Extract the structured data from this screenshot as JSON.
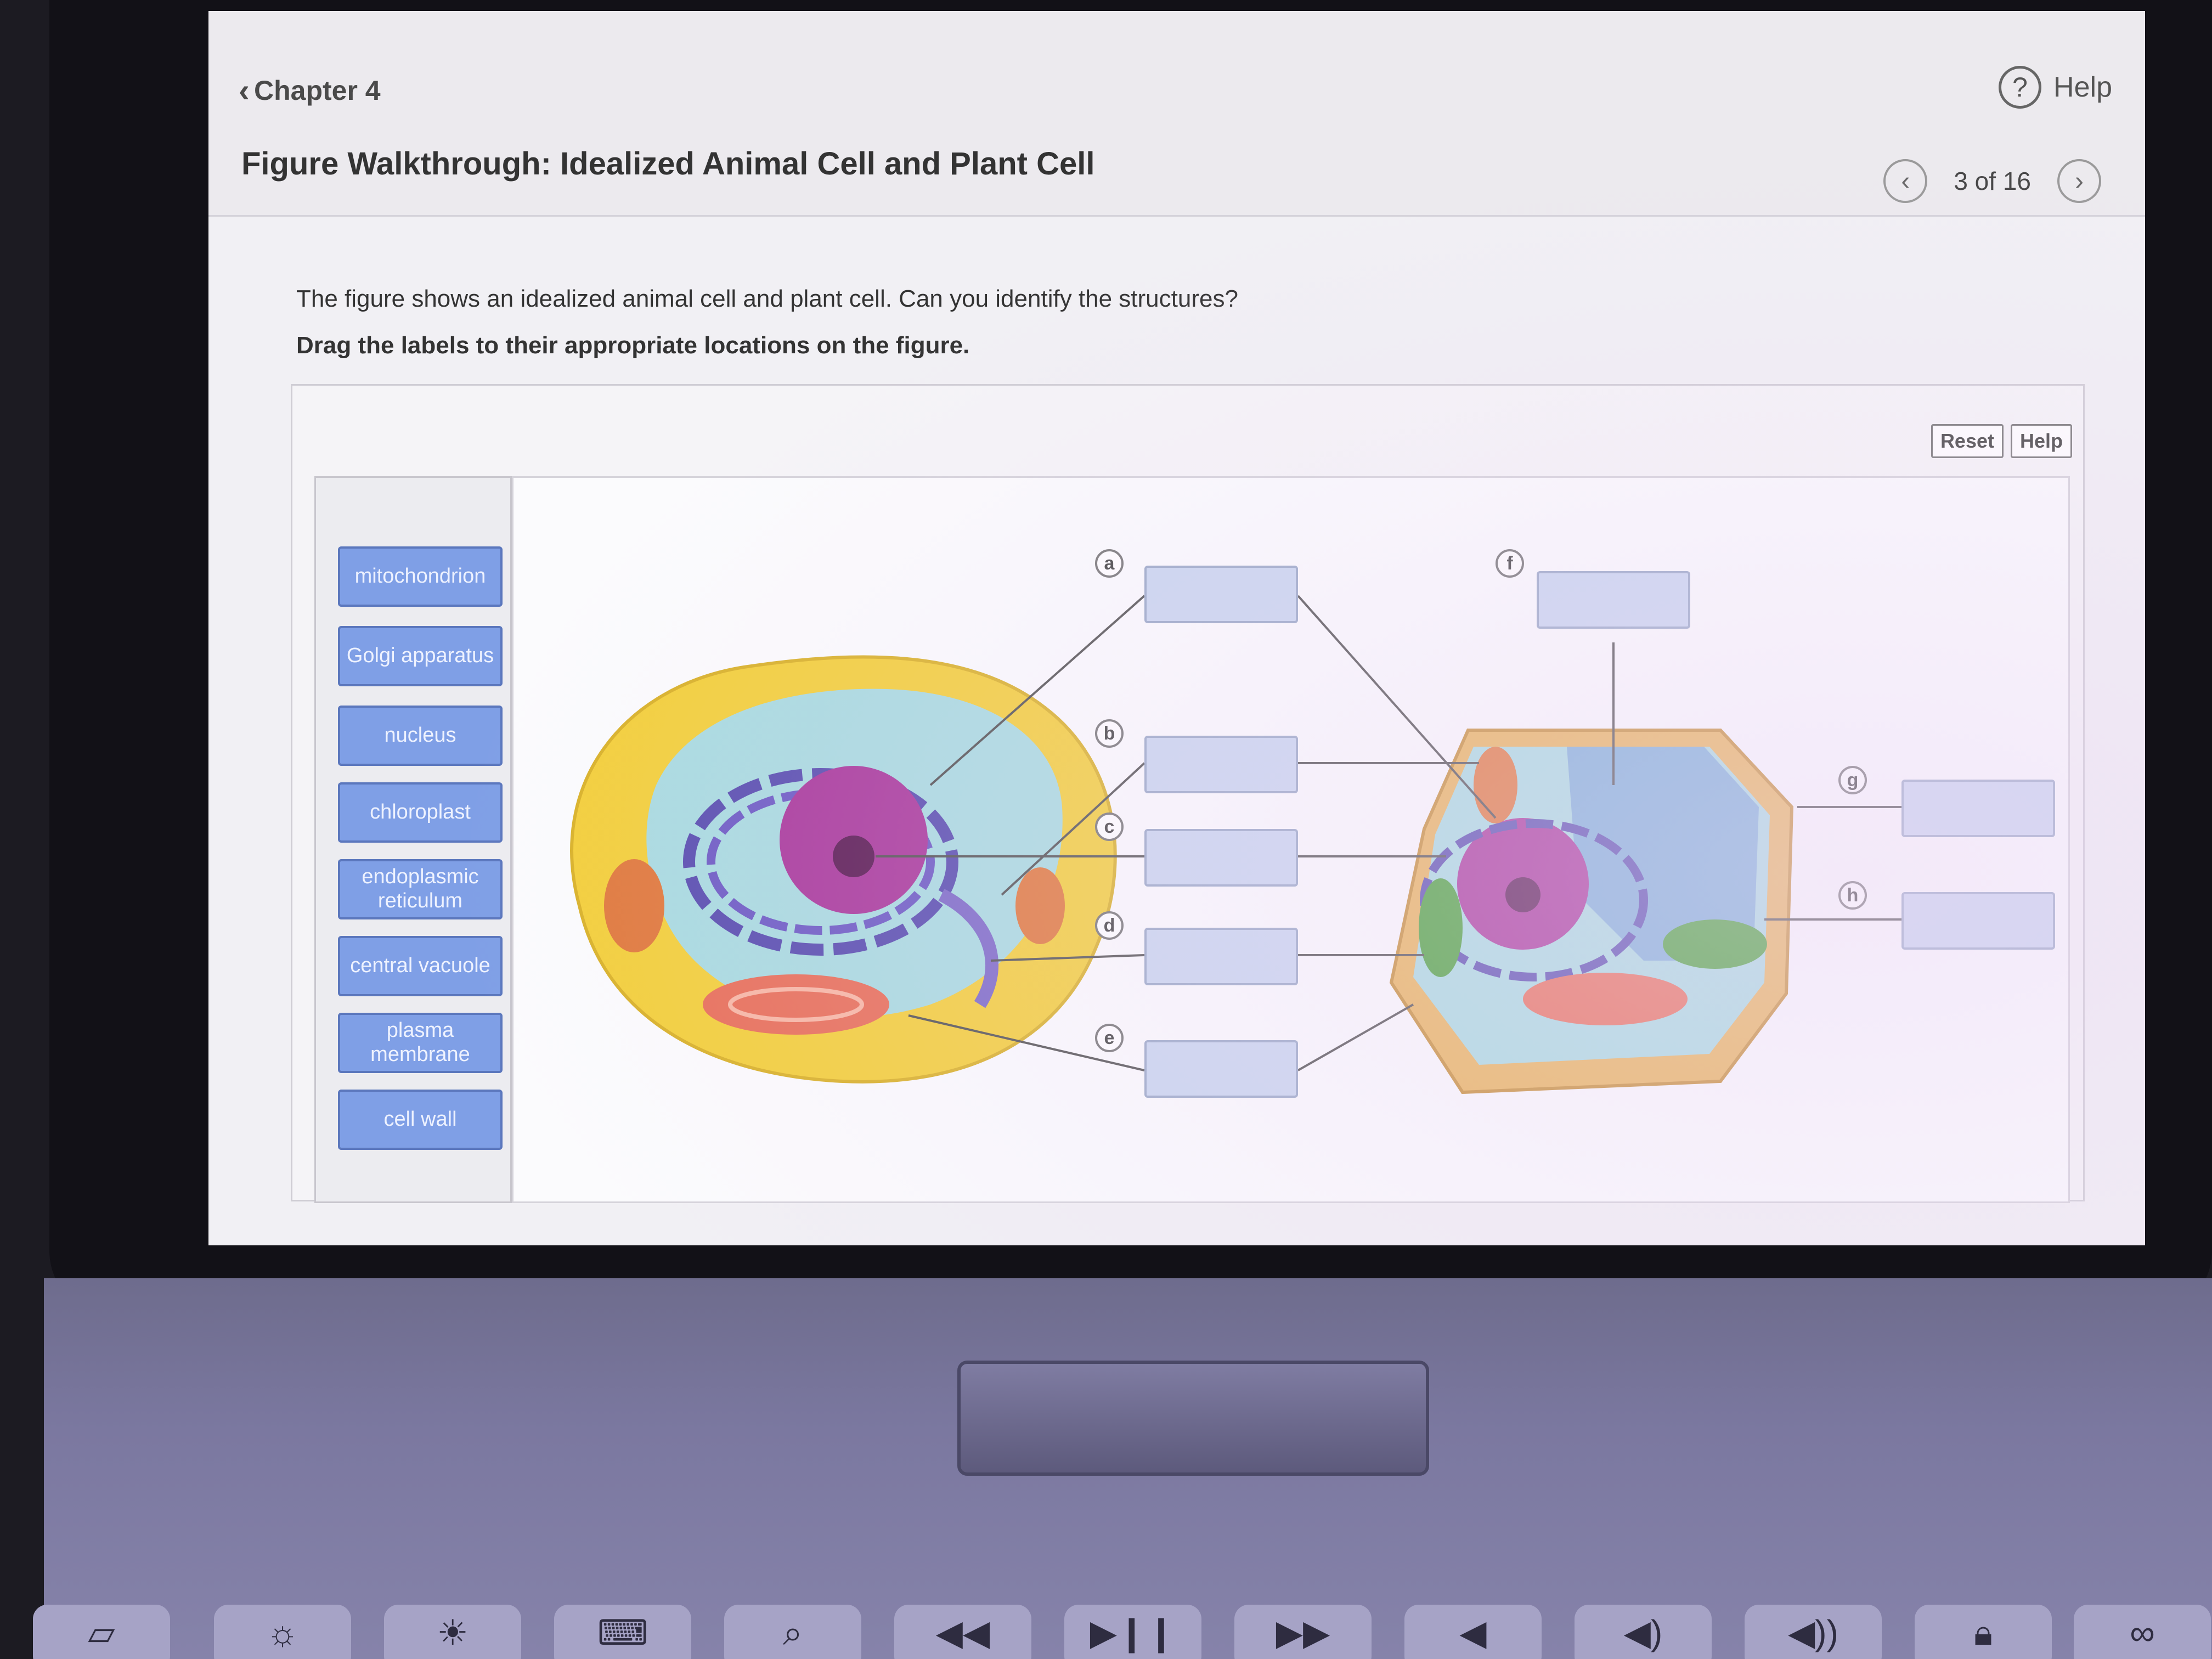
{
  "header": {
    "back_label": "Chapter 4",
    "title": "Figure Walkthrough: Idealized Animal Cell and Plant Cell",
    "help_label": "Help",
    "pager": {
      "current": 3,
      "total": 16,
      "text": "3 of 16"
    }
  },
  "instructions": {
    "prompt": "The figure shows an idealized animal cell and plant cell. Can you identify the structures?",
    "task": "Drag the labels to their appropriate locations on the figure."
  },
  "toolbar": {
    "reset_label": "Reset",
    "help_label": "Help"
  },
  "labels": [
    {
      "id": "mitochondrion",
      "text": "mitochondrion"
    },
    {
      "id": "golgi",
      "text": "Golgi apparatus"
    },
    {
      "id": "nucleus",
      "text": "nucleus"
    },
    {
      "id": "chloroplast",
      "text": "chloroplast"
    },
    {
      "id": "er",
      "text": "endoplasmic reticulum"
    },
    {
      "id": "vacuole",
      "text": "central vacuole"
    },
    {
      "id": "membrane",
      "text": "plasma membrane"
    },
    {
      "id": "wall",
      "text": "cell wall"
    }
  ],
  "targets": [
    {
      "letter": "a"
    },
    {
      "letter": "b"
    },
    {
      "letter": "c"
    },
    {
      "letter": "d"
    },
    {
      "letter": "e"
    },
    {
      "letter": "f"
    },
    {
      "letter": "g"
    },
    {
      "letter": "h"
    }
  ],
  "keyboard_icons": [
    "escape-icon",
    "brightness-down-icon",
    "brightness-up-icon",
    "keyboard-icon",
    "search-icon",
    "rewind-icon",
    "play-pause-icon",
    "fast-forward-icon",
    "mute-icon",
    "volume-down-icon",
    "volume-up-icon",
    "lock-icon",
    "link-icon"
  ],
  "colors": {
    "label_bg": "#7f9fe6",
    "target_bg": "#c9d6ef",
    "cell_outer": "#f3cf3c",
    "cytoplasm": "#a9dbe0",
    "nucleus": "#a93a9c",
    "er": "#5a4fb0",
    "golgi": "#e8705a",
    "chloroplast": "#4aa33b",
    "vacuole": "#7fb0d8",
    "wall": "#e9b45a"
  }
}
